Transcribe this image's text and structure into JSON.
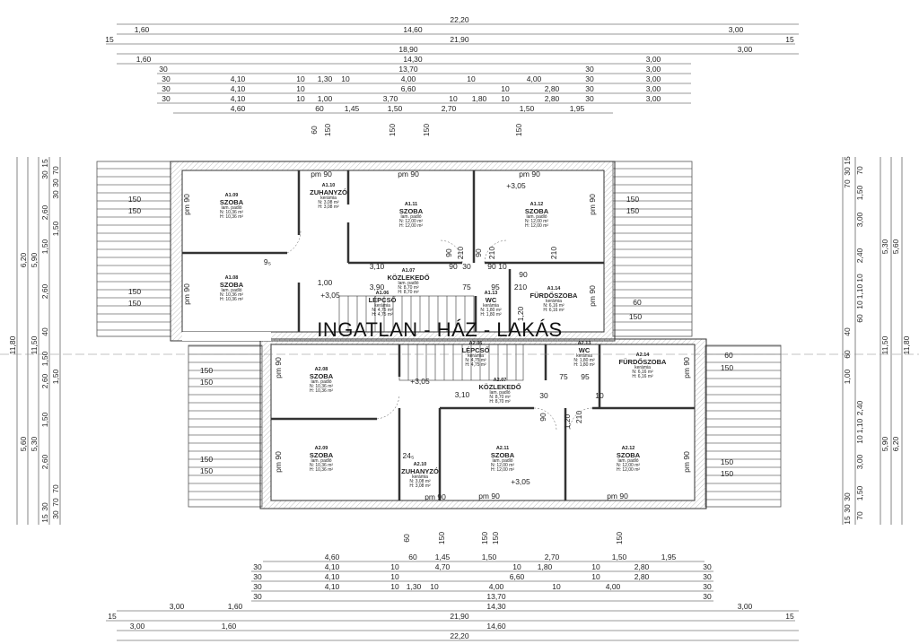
{
  "watermark": "INGATLAN - HÁZ - LAKÁS",
  "dims": {
    "top": [
      [
        "22,20"
      ],
      [
        "1,60",
        "14,60",
        "3,00"
      ],
      [
        "15",
        "21,90",
        "15"
      ],
      [
        "18,90",
        "3,00"
      ],
      [
        "1,60",
        "14,30",
        "3,00"
      ],
      [
        "30",
        "13,70",
        "30",
        "3,00"
      ],
      [
        "30",
        "4,10",
        "10",
        "1,30",
        "10",
        "4,00",
        "10",
        "4,00",
        "30",
        "3,00"
      ],
      [
        "30",
        "4,10",
        "10",
        "6,60",
        "10",
        "2,80",
        "30",
        "3,00"
      ],
      [
        "30",
        "4,10",
        "10",
        "1,00",
        "3,70",
        "10",
        "1,80",
        "10",
        "2,80",
        "30",
        "3,00"
      ],
      [
        "4,60",
        "60",
        "1,45",
        "1,50",
        "2,70",
        "1,50",
        "1,95"
      ]
    ],
    "bottom": [
      [
        "4,60",
        "60",
        "1,45",
        "1,50",
        "2,70",
        "1,50",
        "1,95"
      ],
      [
        "30",
        "4,10",
        "10",
        "4,70",
        "10",
        "1,80",
        "10",
        "2,80",
        "30"
      ],
      [
        "30",
        "4,10",
        "10",
        "6,60",
        "10",
        "2,80",
        "30"
      ],
      [
        "30",
        "4,10",
        "10",
        "1,30",
        "10",
        "4,00",
        "10",
        "4,00",
        "30"
      ],
      [
        "30",
        "13,70",
        "30"
      ],
      [
        "3,00",
        "1,60",
        "14,30",
        "3,00"
      ],
      [
        "15",
        "21,90",
        "15"
      ],
      [
        "3,00",
        "1,60",
        "14,60"
      ],
      [
        "22,20"
      ]
    ],
    "left": [
      [
        "11,80"
      ],
      [
        "6,20",
        "5,60"
      ],
      [
        "5,90",
        "11,50",
        "5,30"
      ],
      [
        "15",
        "30",
        "2,60",
        "1,50",
        "2,60",
        "40",
        "1,50",
        "2,60",
        "1,50",
        "2,60",
        "30",
        "15"
      ],
      [
        "70",
        "30",
        "30",
        "1,50",
        "1,50",
        "70",
        "70",
        "30"
      ]
    ],
    "right": [
      [
        "11,80"
      ],
      [
        "5,60",
        "6,20"
      ],
      [
        "5,30",
        "11,50",
        "5,90"
      ],
      [
        "70",
        "1,50",
        "3,00",
        "2,40",
        "10",
        "1,10",
        "10",
        "60",
        "2,40",
        "1,10",
        "10",
        "3,00",
        "1,50",
        "70"
      ],
      [
        "15",
        "30",
        "30",
        "40",
        "60",
        "1,00",
        "70",
        "30",
        "15"
      ]
    ]
  },
  "annotations": [
    "pm 90",
    "150",
    "60",
    "210",
    "90",
    "75",
    "95",
    "3,10",
    "3,90",
    "1,00",
    "1,20",
    "+3,05",
    "30",
    "10",
    "9₅",
    "24₅"
  ],
  "rooms": [
    {
      "code": "A1.09",
      "name": "SZOBA",
      "floor": "lam. padló",
      "n": "N: 10,36 m²",
      "h": "H: 10,36 m²"
    },
    {
      "code": "A1.10",
      "name": "ZUHANYZÓ",
      "floor": "kerámia",
      "n": "N: 3,08 m²",
      "h": "H: 3,08 m²"
    },
    {
      "code": "A1.11",
      "name": "SZOBA",
      "floor": "lam. padló",
      "n": "N: 12,00 m²",
      "h": "H: 12,00 m²"
    },
    {
      "code": "A1.12",
      "name": "SZOBA",
      "floor": "lam. padló",
      "n": "N: 12,00 m²",
      "h": "H: 12,00 m²"
    },
    {
      "code": "A1.08",
      "name": "SZOBA",
      "floor": "lam. padló",
      "n": "N: 10,36 m²",
      "h": "H: 10,36 m²"
    },
    {
      "code": "A1.07",
      "name": "KÖZLEKEDŐ",
      "floor": "lam. padló",
      "n": "N: 8,70 m²",
      "h": "H: 8,70 m²"
    },
    {
      "code": "A1.06",
      "name": "LÉPCSŐ",
      "floor": "kerámia",
      "n": "N: 4,75 m²",
      "h": "H: 4,75 m²"
    },
    {
      "code": "A1.13",
      "name": "WC",
      "floor": "kerámia",
      "n": "N: 1,80 m²",
      "h": "H: 1,80 m²"
    },
    {
      "code": "A1.14",
      "name": "FÜRDŐSZOBA",
      "floor": "kerámia",
      "n": "N: 6,16 m²",
      "h": "H: 6,16 m²"
    },
    {
      "code": "A2.06",
      "name": "LÉPCSŐ",
      "floor": "kerámia",
      "n": "N: 4,75 m²",
      "h": "H: 4,75 m²"
    },
    {
      "code": "A2.13",
      "name": "WC",
      "floor": "kerámia",
      "n": "N: 1,80 m²",
      "h": "H: 1,80 m²"
    },
    {
      "code": "A2.14",
      "name": "FÜRDŐSZOBA",
      "floor": "kerámia",
      "n": "N: 6,16 m²",
      "h": "H: 6,16 m²"
    },
    {
      "code": "A2.08",
      "name": "SZOBA",
      "floor": "lam. padló",
      "n": "N: 10,36 m²",
      "h": "H: 10,36 m²"
    },
    {
      "code": "A2.07",
      "name": "KÖZLEKEDŐ",
      "floor": "lam. padló",
      "n": "N: 8,70 m²",
      "h": "H: 8,70 m²"
    },
    {
      "code": "A2.09",
      "name": "SZOBA",
      "floor": "lam. padló",
      "n": "N: 10,36 m²",
      "h": "H: 10,36 m²"
    },
    {
      "code": "A2.11",
      "name": "SZOBA",
      "floor": "lam. padló",
      "n": "N: 12,00 m²",
      "h": "H: 12,00 m²"
    },
    {
      "code": "A2.12",
      "name": "SZOBA",
      "floor": "lam. padló",
      "n": "N: 12,00 m²",
      "h": "H: 12,00 m²"
    },
    {
      "code": "A2.10",
      "name": "ZUHANYZÓ",
      "floor": "kerámia",
      "n": "N: 3,08 m²",
      "h": "H: 3,08 m²"
    }
  ]
}
